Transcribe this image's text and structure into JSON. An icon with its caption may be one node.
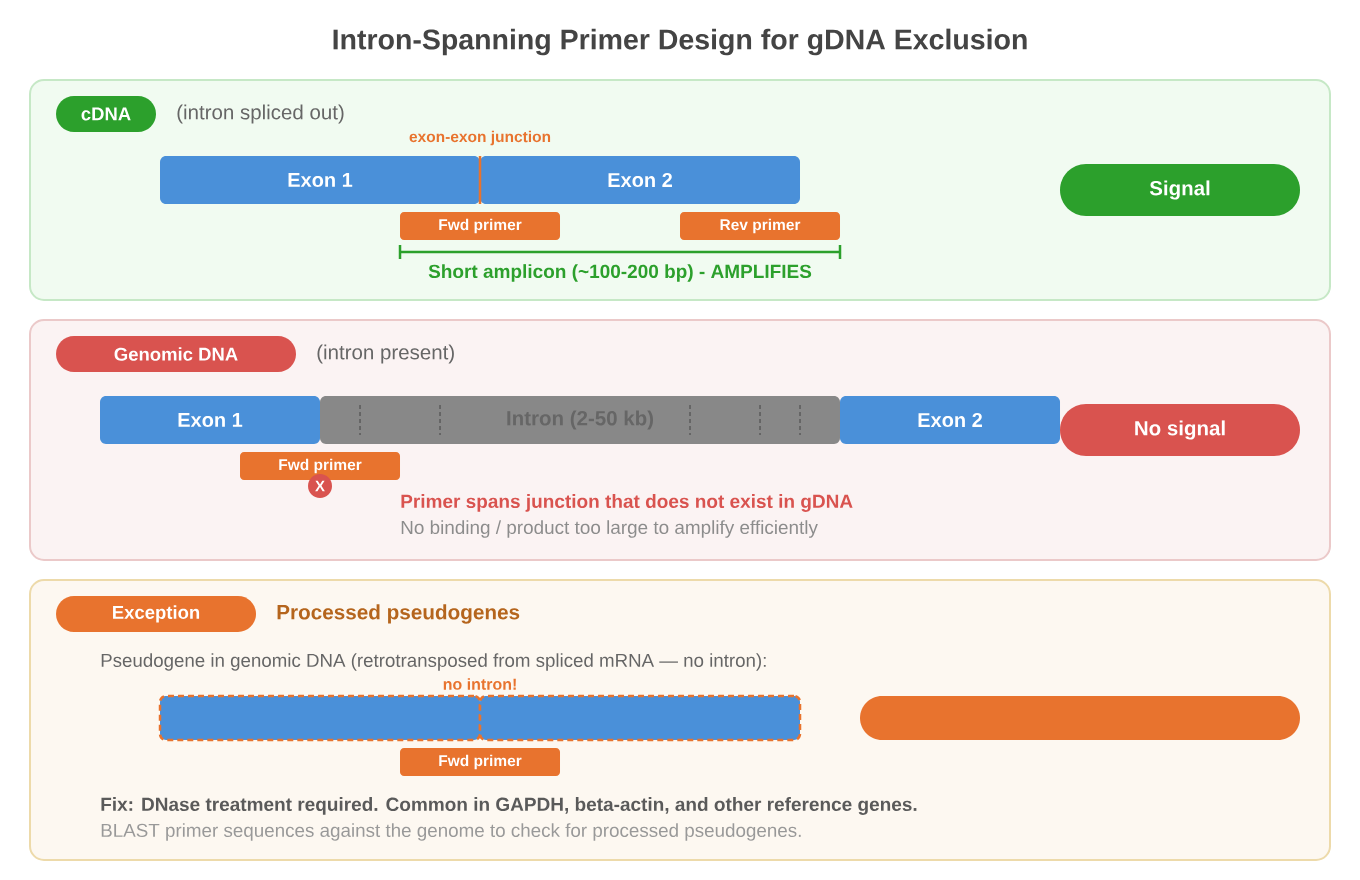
{
  "diagram": {
    "title": "Intron-Spanning Primer Design for gDNA Exclusion",
    "nodes": [
      {
        "text": [],
        "shape": "box"
      },
      {
        "text": [
          "cDNA"
        ],
        "in": 0,
        "beside": [
          "(intron spliced out)"
        ]
      },
      {
        "text": [
          "Exon 1"
        ],
        "in": 0
      },
      {
        "text": [
          "Exon 2"
        ],
        "in": 0
      },
      {
        "text": [
          "Fwd primer"
        ],
        "in": 0
      },
      {
        "text": [
          "Rev primer"
        ],
        "in": 0
      },
      {
        "text": [
          "Signal"
        ],
        "in": 0
      },
      {
        "text": [],
        "shape": "box"
      },
      {
        "text": [
          "Genomic DNA"
        ],
        "in": 7,
        "beside": [
          "(intron present)"
        ]
      },
      {
        "text": [
          "Exon 1"
        ],
        "in": 7
      },
      {
        "text": [
          "Intron (2-50 kb)"
        ],
        "in": 7
      },
      {
        "text": [
          "Exon 2"
        ],
        "in": 7
      },
      {
        "text": [
          "No signal"
        ],
        "in": 7
      },
      {
        "text": [
          "Fwd primer"
        ],
        "in": 7
      },
      {
        "text": [
          "X"
        ],
        "in": 7
      },
      {
        "text": [],
        "shape": "box"
      },
      {
        "text": [
          "Exception"
        ],
        "in": 15,
        "beside": [
          "Processed pseudogenes"
        ]
      },
      {
        "text": [],
        "shape": "box",
        "in": 15
      },
      {
        "text": [],
        "shape": "box",
        "in": 15
      },
      {
        "text": [
          "Fwd primer"
        ],
        "in": 15
      },
      {
        "text": [],
        "shape": "bar",
        "in": 15
      }
    ],
    "labels": [
      "exon-exon junction",
      "Short amplicon (~100-200 bp) - AMPLIFIES",
      "Primer spans junction that does not exist in gDNA",
      "No binding / product too large to amplify efficiently",
      "Pseudogene in genomic DNA (retrotransposed from spliced mRNA — no intron):",
      "no intron!",
      "Fix: DNase treatment required. Common in GAPDH, beta-actin, and other reference genes.",
      "BLAST primer sequences against the genome to check for processed pseudogenes."
    ]
  }
}
